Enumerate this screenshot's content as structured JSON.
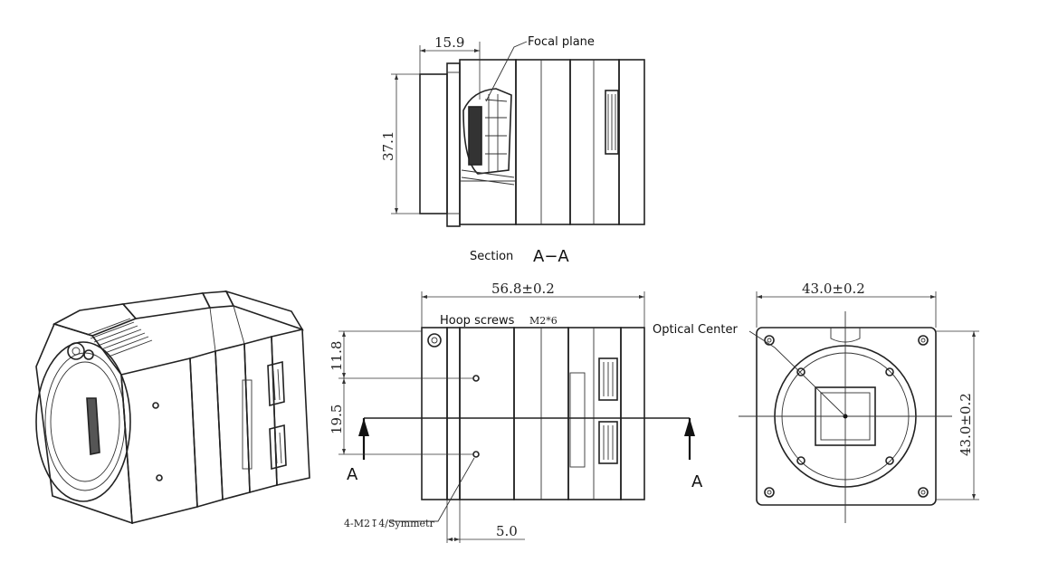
{
  "labels": {
    "focal_plane": "Focal plane",
    "section": "Section",
    "section_id": "A−A",
    "hoop_screws": "Hoop screws",
    "hoop_screws_spec": "M2*6",
    "optical_center": "Optical Center",
    "mount_holes": "4-M2↧4/Symmetr",
    "section_mark_left": "A",
    "section_mark_right": "A"
  },
  "dimensions": {
    "focal_depth": "15.9",
    "section_height": "37.1",
    "length": "56.8±0.2",
    "width": "43.0±0.2",
    "height": "43.0±0.2",
    "screw_offset": "11.8",
    "screw_spacing": "19.5",
    "hole_offset": "5.0"
  }
}
